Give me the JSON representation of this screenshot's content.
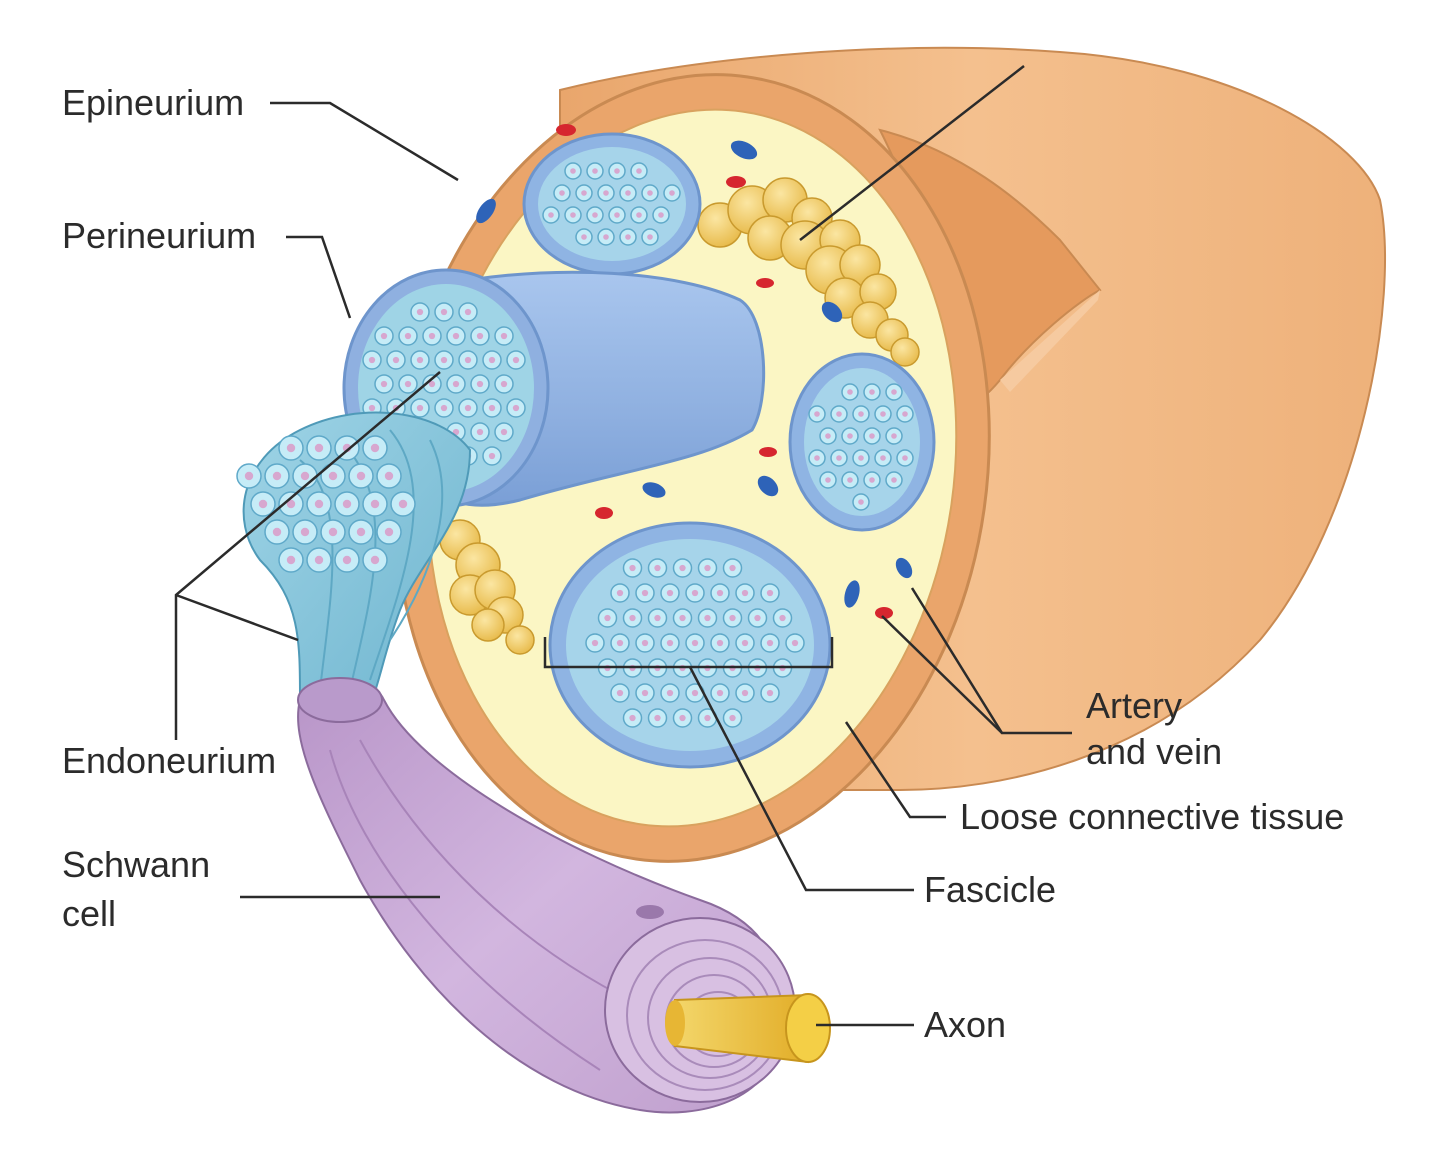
{
  "labels": {
    "epineurium": "Epineurium",
    "perineurium": "Perineurium",
    "endoneurium": "Endoneurium",
    "schwann_1": "Schwann",
    "schwann_2": "cell",
    "artery_1": "Artery",
    "artery_2": "and vein",
    "loose_tissue": "Loose connective tissue",
    "fascicle": "Fascicle",
    "axon": "Axon"
  },
  "colors": {
    "epineurium": "#f1b57d",
    "epineurium_edge": "#c98a52",
    "loose_tissue": "#fbf6c4",
    "fascicle": "#8fb4e3",
    "fascicle_inner": "#a7d8ec",
    "fiber": "#c6ecf7",
    "fiber_core": "#d7a7cf",
    "fat": "#f2c95e",
    "artery": "#d6262f",
    "vein": "#2e63b8",
    "schwann": "#c9a8d6",
    "axon": "#f0c640",
    "leader_line": "#2b2b2b"
  }
}
